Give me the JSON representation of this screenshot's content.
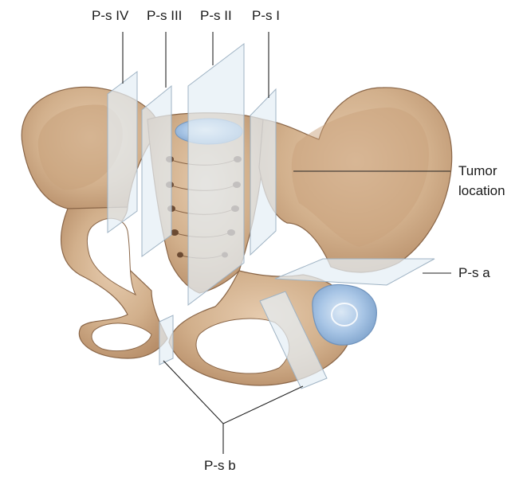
{
  "labels": {
    "ps_iv": "P-s IV",
    "ps_iii": "P-s III",
    "ps_ii": "P-s II",
    "ps_i": "P-s I",
    "tumor_line1": "Tumor",
    "tumor_line2": "location",
    "ps_a": "P-s a",
    "ps_b": "P-s b"
  },
  "colors": {
    "bone": "#d2b08c",
    "bone_shadow": "#b88f6a",
    "bone_highlight": "#e8cfb2",
    "bone_outline": "#8a6648",
    "tumor": "#a9c6e6",
    "plane": "#e4eef5",
    "line": "#222222"
  }
}
